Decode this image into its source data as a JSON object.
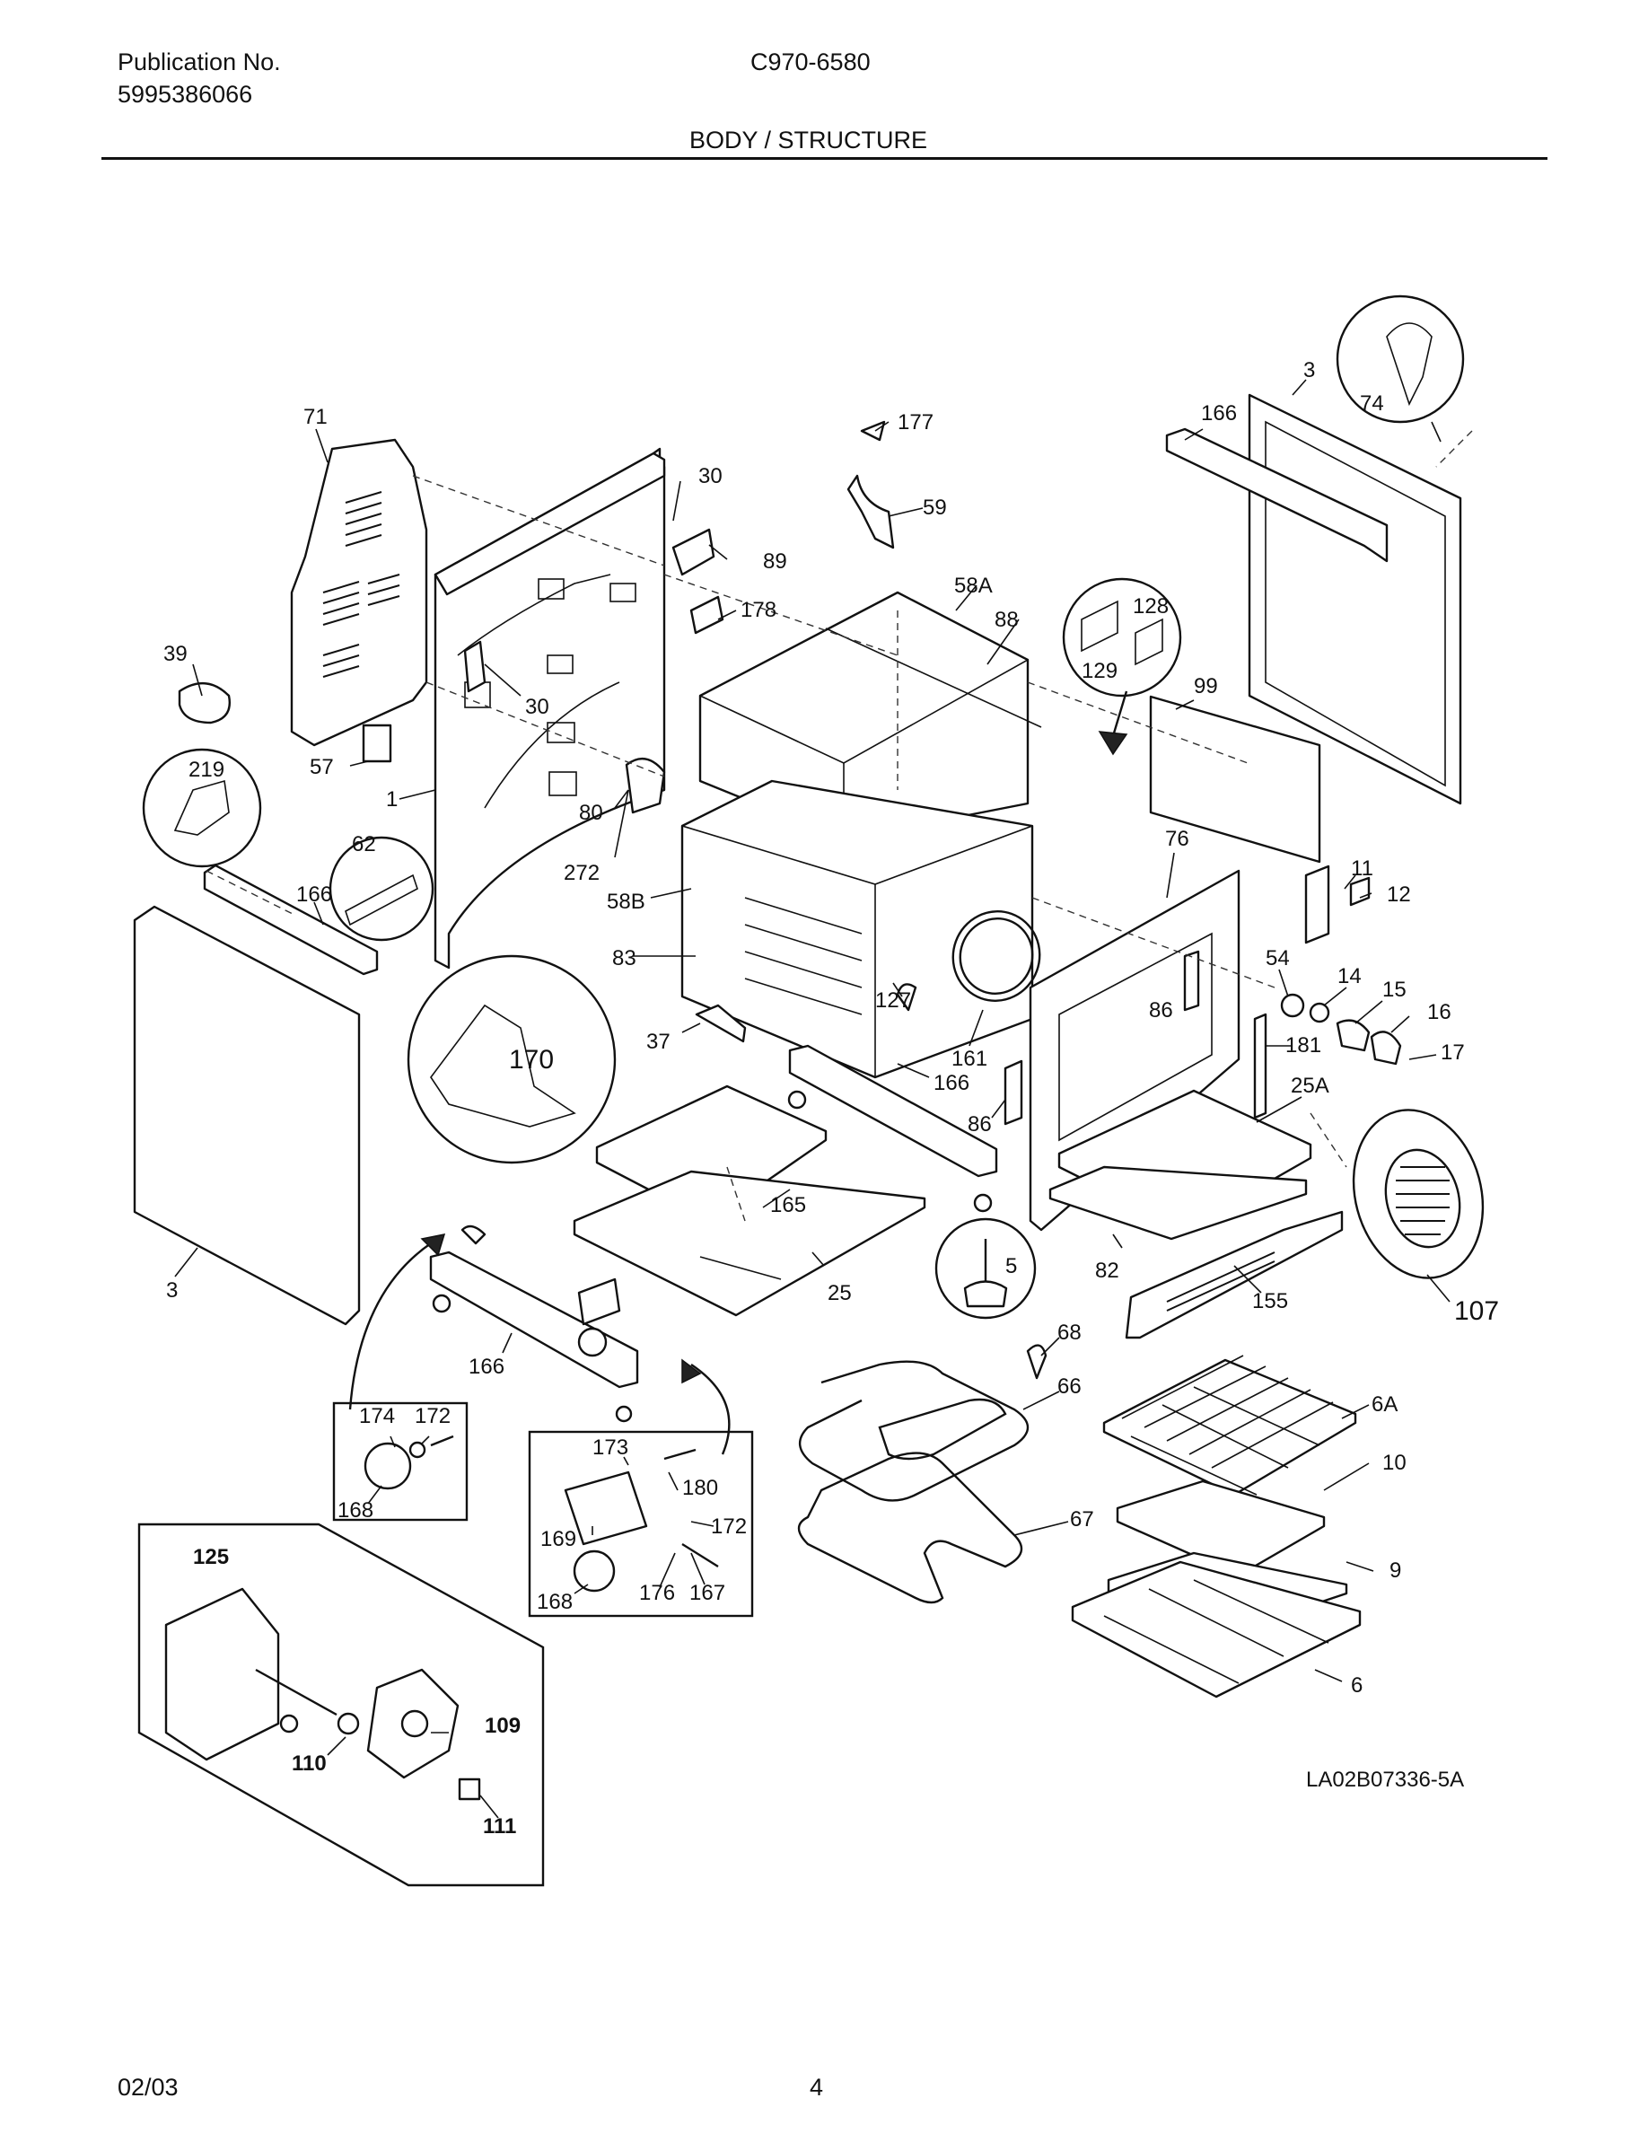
{
  "header": {
    "publication_label": "Publication No.",
    "publication_number": "5995386066",
    "model": "C970-6580",
    "section_title": "BODY / STRUCTURE"
  },
  "diagram": {
    "drawing_number": "LA02B07336-5A",
    "part_numbers": {
      "p71": "71",
      "p39": "39",
      "p219": "219",
      "p57": "57",
      "p1": "1",
      "p62": "62",
      "p166a": "166",
      "p3a": "3",
      "p30a": "30",
      "p30b": "30",
      "p89": "89",
      "p178": "178",
      "p177": "177",
      "p59": "59",
      "p58a": "58A",
      "p88": "88",
      "p80": "80",
      "p272": "272",
      "p58b": "58B",
      "p83": "83",
      "p170": "170",
      "p37": "37",
      "p127": "127",
      "p161": "161",
      "p166b": "166",
      "p86a": "86",
      "p165": "165",
      "p25": "25",
      "p166c": "166",
      "p174": "174",
      "p172a": "172",
      "p168a": "168",
      "p173": "173",
      "p180": "180",
      "p169": "169",
      "p172b": "172",
      "p168b": "168",
      "p176": "176",
      "p167": "167",
      "p125": "125",
      "p109": "109",
      "p110": "110",
      "p111": "111",
      "p128": "128",
      "p129": "129",
      "p99": "99",
      "p166d": "166",
      "p3b": "3",
      "p74": "74",
      "p76": "76",
      "p11": "11",
      "p12": "12",
      "p54": "54",
      "p14": "14",
      "p15": "15",
      "p16": "16",
      "p17": "17",
      "p86b": "86",
      "p181": "181",
      "p25a": "25A",
      "p82": "82",
      "p5": "5",
      "p155": "155",
      "p107": "107",
      "p68": "68",
      "p66": "66",
      "p67": "67",
      "p6a": "6A",
      "p10": "10",
      "p9": "9",
      "p6": "6"
    }
  },
  "footer": {
    "date": "02/03",
    "page": "4"
  }
}
